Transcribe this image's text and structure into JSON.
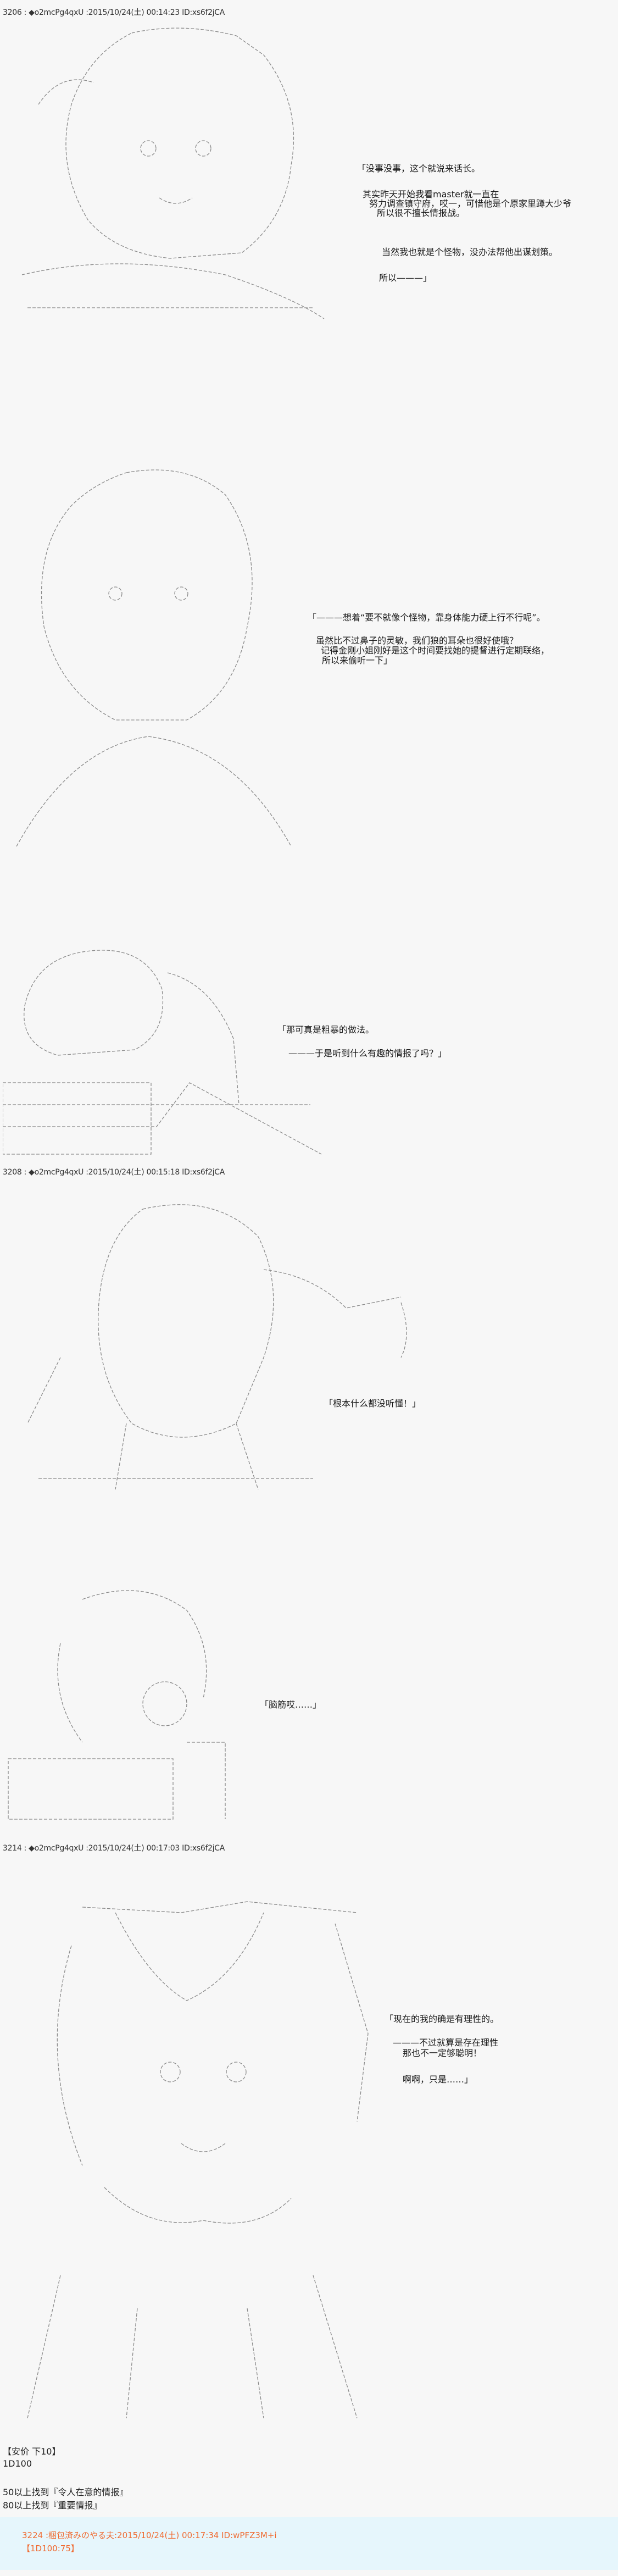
{
  "posts": [
    {
      "header": "3206 : ◆o2mcPg4qxU :2015/10/24(土) 00:14:23 ID:xs6f2jCA",
      "panels": [
        {
          "lines": [
            "「没事没事，这个就说来话长。",
            "其实昨天开始我看master就一直在",
            "努力调查镇守府，哎一，可惜他是个原家里蹲大少爷",
            "所以很不擅长情报战。",
            "当然我也就是个怪物，没办法帮他出谋划策。",
            "所以———」"
          ]
        },
        {
          "lines": [
            "「———想着“要不就像个怪物，靠身体能力硬上行不行呢”。",
            "虽然比不过鼻子的灵敏，我们狼的耳朵也很好使哦？",
            "记得金刚小姐刚好是这个时间要找她的提督进行定期联络，",
            "所以来偷听一下」"
          ]
        },
        {
          "lines": [
            "「那可真是粗暴的做法。",
            "———于是听到什么有趣的情报了吗？」"
          ]
        }
      ]
    },
    {
      "header": "3208 : ◆o2mcPg4qxU :2015/10/24(土) 00:15:18 ID:xs6f2jCA",
      "panels": [
        {
          "lines": [
            "「根本什么都没听懂！」"
          ]
        },
        {
          "lines": [
            "「脑筋哎……」"
          ]
        }
      ]
    },
    {
      "header": "3214 : ◆o2mcPg4qxU :2015/10/24(土) 00:17:03 ID:xs6f2jCA",
      "panels": [
        {
          "lines": [
            "「现在的我的确是有理性的。",
            "———不过就算是存在理性",
            "那也不一定够聪明！",
            "啊啊，只是……」"
          ]
        }
      ],
      "footer": [
        "【安价  下10】",
        "1D100",
        "50以上找到『令人在意的情报』",
        "80以上找到『重要情报』"
      ]
    }
  ],
  "anchor_reply": {
    "header": "3224 :梱包済みのやる夫:2015/10/24(土) 00:17:34 ID:wPFZ3M+i",
    "body": "【1D100:75】",
    "color": "#f06a30",
    "background": "#e6f6fc"
  }
}
